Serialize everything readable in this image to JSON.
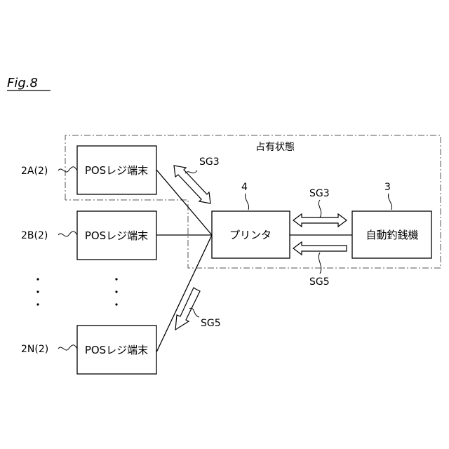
{
  "figure_label": "Fig.8",
  "occupied_label": "占有状態",
  "terminals": [
    {
      "tag": "2A(2)",
      "label": "POSレジ端末"
    },
    {
      "tag": "2B(2)",
      "label": "POSレジ端末"
    },
    {
      "tag": "2N(2)",
      "label": "POSレジ端末"
    }
  ],
  "printer": {
    "label": "プリンタ",
    "num": "4"
  },
  "changer": {
    "label": "自動釣銭機",
    "num": "3"
  },
  "signals": {
    "sg3_terminal": "SG3",
    "sg5_terminal": "SG5",
    "sg3_changer": "SG3",
    "sg5_changer": "SG5"
  }
}
